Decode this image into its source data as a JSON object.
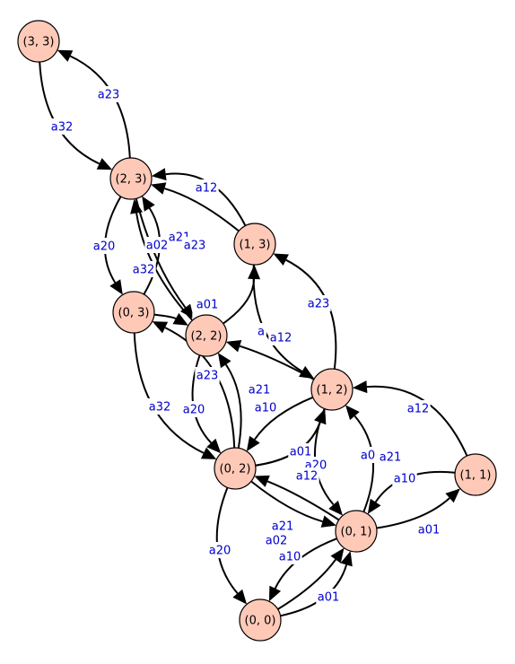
{
  "graph": {
    "node_fill": "#ffc9b8",
    "edge_color": "#000000",
    "label_color": "#0000cc",
    "nodes": [
      {
        "id": "n33",
        "label": "(3, 3)"
      },
      {
        "id": "n23",
        "label": "(2, 3)"
      },
      {
        "id": "n13",
        "label": "(1, 3)"
      },
      {
        "id": "n03",
        "label": "(0, 3)"
      },
      {
        "id": "n22",
        "label": "(2, 2)"
      },
      {
        "id": "n12",
        "label": "(1, 2)"
      },
      {
        "id": "n02",
        "label": "(0, 2)"
      },
      {
        "id": "n11",
        "label": "(1, 1)"
      },
      {
        "id": "n01",
        "label": "(0, 1)"
      },
      {
        "id": "n00",
        "label": "(0, 0)"
      }
    ],
    "edges": [
      {
        "from": "n23",
        "to": "n33",
        "label": "a23"
      },
      {
        "from": "n33",
        "to": "n23",
        "label": "a32"
      },
      {
        "from": "n13",
        "to": "n23",
        "label": "a12"
      },
      {
        "from": "n03",
        "to": "n23",
        "label": "a02"
      },
      {
        "from": "n13",
        "to": "n23",
        "label": "a21"
      },
      {
        "from": "n22",
        "to": "n23",
        "label": "a23"
      },
      {
        "from": "n23",
        "to": "n03",
        "label": "a20"
      },
      {
        "from": "n23",
        "to": "n22",
        "label": "a32"
      },
      {
        "from": "n22",
        "to": "n13",
        "label": "a01"
      },
      {
        "from": "n12",
        "to": "n13",
        "label": "a23"
      },
      {
        "from": "n13",
        "to": "n12",
        "label": "a12"
      },
      {
        "from": "n12",
        "to": "n22",
        "label": "a"
      },
      {
        "from": "n03",
        "to": "n22",
        "label": "a12"
      },
      {
        "from": "n02",
        "to": "n03",
        "label": "a23"
      },
      {
        "from": "n03",
        "to": "n02",
        "label": "a32"
      },
      {
        "from": "n22",
        "to": "n02",
        "label": "a20"
      },
      {
        "from": "n02",
        "to": "n22",
        "label": "a21"
      },
      {
        "from": "n02",
        "to": "n12",
        "label": "a10"
      },
      {
        "from": "n11",
        "to": "n12",
        "label": "a12"
      },
      {
        "from": "n02",
        "to": "n12",
        "label": "a01"
      },
      {
        "from": "n12",
        "to": "n02",
        "label": "a20"
      },
      {
        "from": "n12",
        "to": "n01",
        "label": "a0"
      },
      {
        "from": "n01",
        "to": "n12",
        "label": "a21"
      },
      {
        "from": "n01",
        "to": "n11",
        "label": "a10"
      },
      {
        "from": "n11",
        "to": "n01",
        "label": "a01"
      },
      {
        "from": "n01",
        "to": "n02",
        "label": "a12"
      },
      {
        "from": "n02",
        "to": "n01",
        "label": "a21"
      },
      {
        "from": "n02",
        "to": "n00",
        "label": "a20"
      },
      {
        "from": "n00",
        "to": "n01",
        "label": "a01"
      },
      {
        "from": "n00",
        "to": "n01",
        "label": "a02"
      },
      {
        "from": "n01",
        "to": "n00",
        "label": "a10"
      }
    ]
  }
}
